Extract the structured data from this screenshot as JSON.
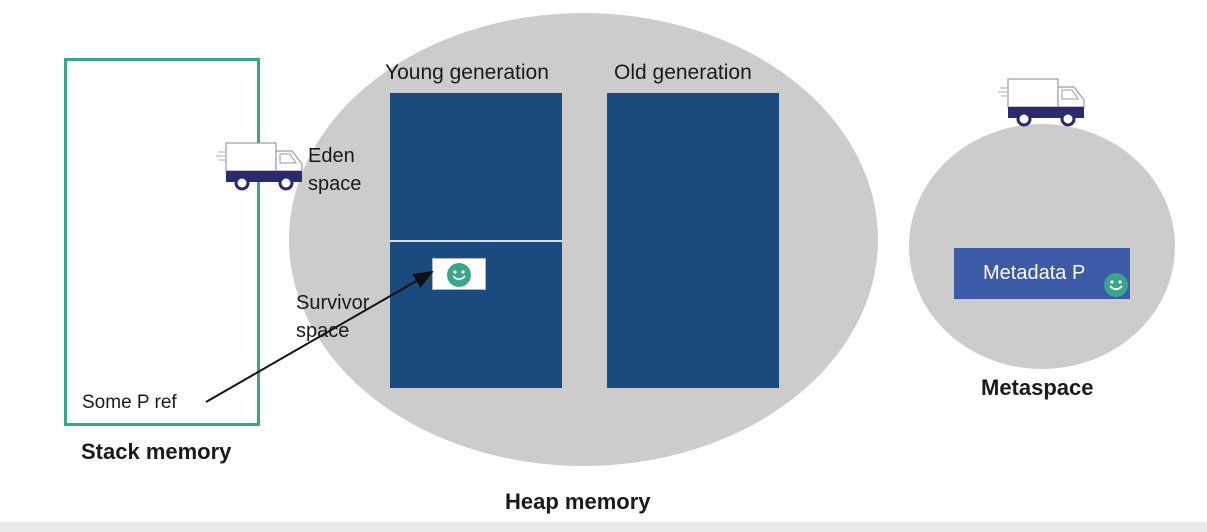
{
  "stack": {
    "label": "Stack memory",
    "ref_text": "Some P ref"
  },
  "heap": {
    "label": "Heap memory",
    "young_title": "Young generation",
    "old_title": "Old generation",
    "eden_line1": "Eden",
    "eden_line2": "space",
    "survivor_line1": "Survivor",
    "survivor_line2": "space"
  },
  "metaspace": {
    "label": "Metaspace",
    "box_text": "Metadata P"
  },
  "icons": [
    "truck-icon",
    "smiley-icon",
    "arrow-icon"
  ],
  "colors": {
    "stack_border": "#3aa58b",
    "heap_ellipse": "#cccccc",
    "generation_box": "#1b4a7e",
    "metadata_box": "#3c5aa8",
    "smiley": "#3aa58b",
    "truck_body": "#2c2a6e"
  }
}
